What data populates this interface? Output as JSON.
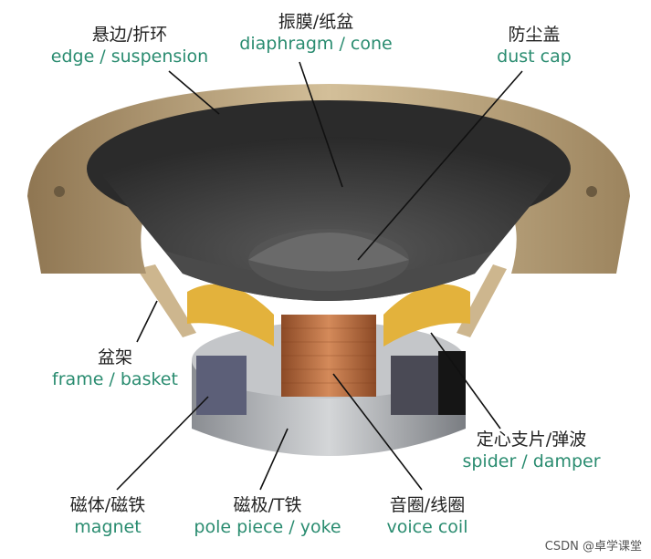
{
  "labels": {
    "edge": {
      "zh": "悬边/折环",
      "en": "edge / suspension"
    },
    "cone": {
      "zh": "振膜/纸盆",
      "en": "diaphragm / cone"
    },
    "dust_cap": {
      "zh": "防尘盖",
      "en": "dust cap"
    },
    "frame": {
      "zh": "盆架",
      "en": "frame / basket"
    },
    "spider": {
      "zh": "定心支片/弹波",
      "en": "spider / damper"
    },
    "magnet": {
      "zh": "磁体/磁铁",
      "en": "magnet"
    },
    "pole": {
      "zh": "磁极/T铁",
      "en": "pole piece / yoke"
    },
    "coil": {
      "zh": "音圈/线圈",
      "en": "voice coil"
    }
  },
  "watermark": "CSDN @卓学课堂",
  "colors": {
    "label_en": "#2a8c70",
    "label_zh": "#222222",
    "frame": "#b49c74",
    "cone": "#3c3c3c",
    "spider": "#e3b23c",
    "coil": "#b8643a",
    "magnet": "#a9acb0"
  }
}
